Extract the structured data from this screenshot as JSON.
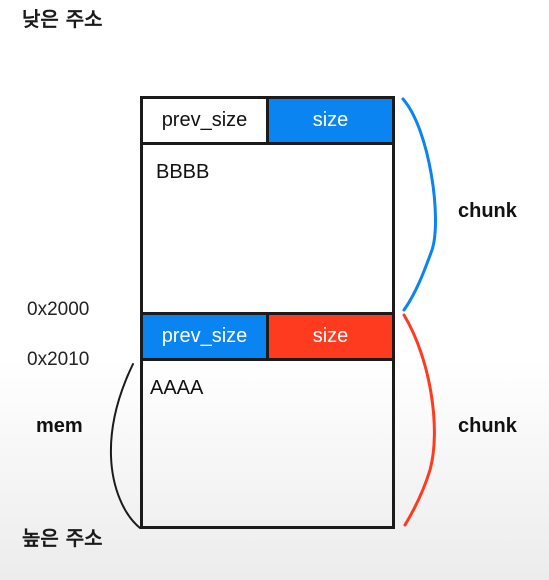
{
  "labels": {
    "low_address": "낮은 주소",
    "high_address": "높은 주소",
    "addr_chunk2": "0x2000",
    "addr_mem": "0x2010",
    "mem": "mem",
    "chunk_top": "chunk",
    "chunk_bottom": "chunk"
  },
  "chunks": [
    {
      "prev_size_label": "prev_size",
      "size_label": "size",
      "content": "BBBB"
    },
    {
      "prev_size_label": "prev_size",
      "size_label": "size",
      "content": "AAAA"
    }
  ],
  "colors": {
    "blue": "#0a84f0",
    "red": "#ff3b1f",
    "outline": "#1b1b1b"
  }
}
